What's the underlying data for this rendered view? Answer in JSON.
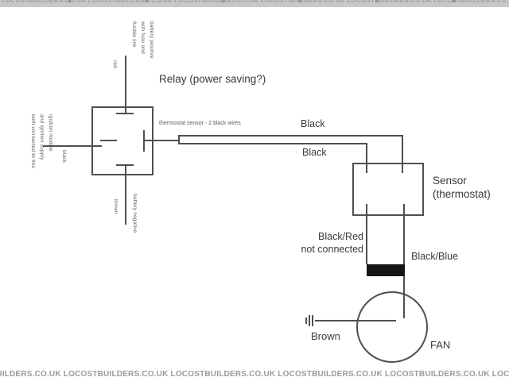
{
  "watermark": {
    "unit": "LOCOSTBUILDERS.CO.UK",
    "triangle": "▲"
  },
  "relay": {
    "title": "Relay (power saving?)",
    "note": "thermostat sensor - 2 black wires",
    "battery_positive_lines": [
      "battery positive",
      "with fuse and",
      "fusible link"
    ],
    "wire_red": "red",
    "ignition_lines": [
      "ignition module",
      "and ignition supply",
      "both connected to this"
    ],
    "wire_black": "black",
    "wire_brown": "brown",
    "battery_negative": "battery negative"
  },
  "cable": {
    "label_top": "Black",
    "label_bottom": "Black"
  },
  "sensor": {
    "name_lines": [
      "Sensor",
      "(thermostat)"
    ]
  },
  "fan_circuit": {
    "black_red_lines": [
      "Black/Red",
      "not connected"
    ],
    "black_blue": "Black/Blue",
    "brown": "Brown",
    "fan": "FAN"
  },
  "colors": {
    "line": "#4f4f4f",
    "text": "#3a3a3a",
    "small": "#5a5a5a",
    "wm-bg": "#c8c8c8",
    "wm-text": "#9e9e9e",
    "tape": "#151515",
    "bg": "#ffffff"
  }
}
